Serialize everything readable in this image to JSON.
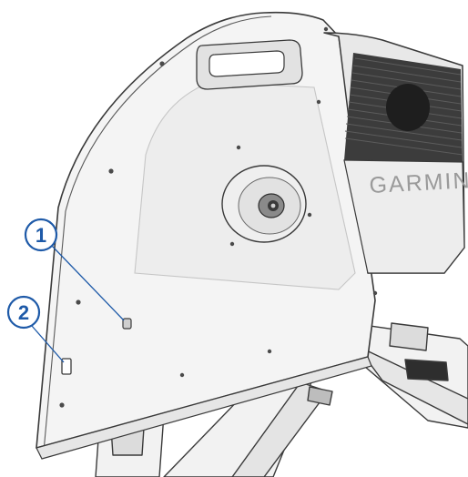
{
  "figure": {
    "brand": "GARMIN",
    "callouts": [
      {
        "label": "1"
      },
      {
        "label": "2"
      }
    ],
    "colors": {
      "callout": "#1e5aa8",
      "body_fill": "#f4f4f4",
      "outline": "#3a3a3a",
      "grille": "#3c3c3c"
    }
  }
}
